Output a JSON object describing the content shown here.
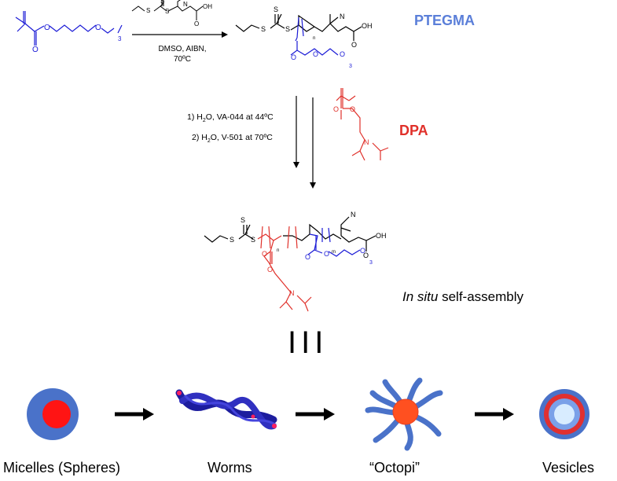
{
  "labels": {
    "ptegma": "PTEGMA",
    "dpa": "DPA",
    "insitu_italic": "In situ",
    "insitu_rest": " self-assembly",
    "equals_sign": "III"
  },
  "conditions": {
    "step1_line1": "DMSO, AIBN,",
    "step1_line2": "70ºC",
    "step2_line1_pre": "1) H",
    "step2_line1_sub": "2",
    "step2_line1_post": "O, VA-044 at 44ºC",
    "step2_line2_pre": "2) H",
    "step2_line2_sub": "2",
    "step2_line2_post": "O, V-501 at 70ºC"
  },
  "atoms": {
    "S": "S",
    "N": "N",
    "O": "O",
    "OH": "OH",
    "sub3": "3",
    "sub_n": "n",
    "sub_m": "m"
  },
  "morphologies": [
    {
      "label": "Micelles (Spheres)"
    },
    {
      "label": "Worms"
    },
    {
      "label": "“Octopi”"
    },
    {
      "label": "Vesicles"
    }
  ],
  "colors": {
    "blue": "#1a1ad6",
    "red": "#e0302a",
    "ptegma_label": "#5b7fd9"
  }
}
